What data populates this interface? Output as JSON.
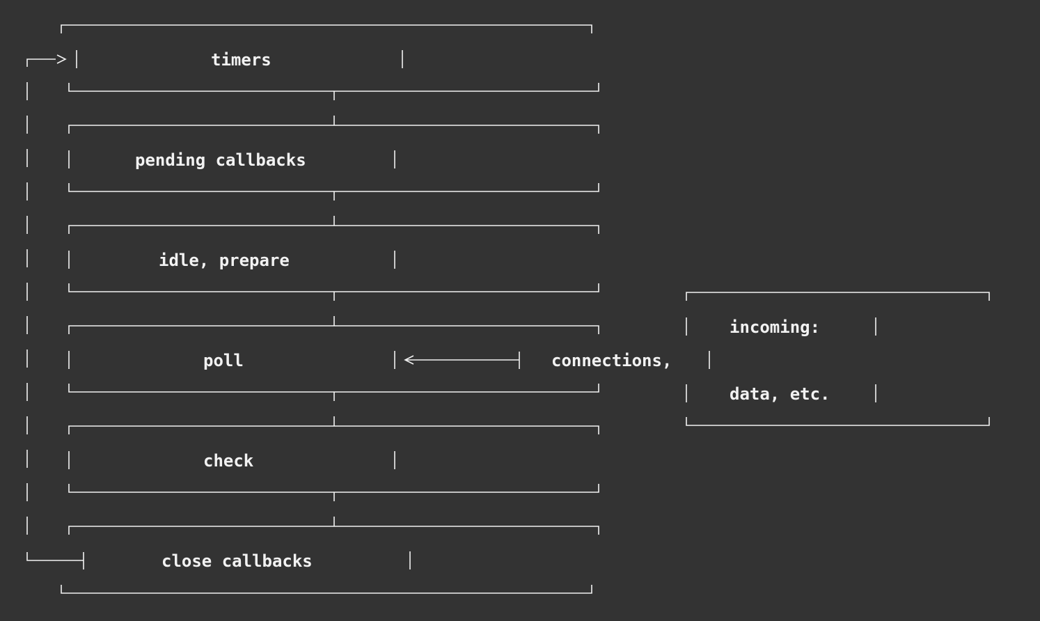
{
  "phases": [
    {
      "id": "timers",
      "label": "timers"
    },
    {
      "id": "pending-callbacks",
      "label": "pending callbacks"
    },
    {
      "id": "idle-prepare",
      "label": "idle, prepare"
    },
    {
      "id": "poll",
      "label": "poll"
    },
    {
      "id": "check",
      "label": "check"
    },
    {
      "id": "close-callbacks",
      "label": "close callbacks"
    }
  ],
  "incoming": {
    "line1": "incoming:",
    "line2": "connections,",
    "line3": "data, etc."
  },
  "colors": {
    "background": "#333333",
    "foreground": "#f2f2f2"
  }
}
